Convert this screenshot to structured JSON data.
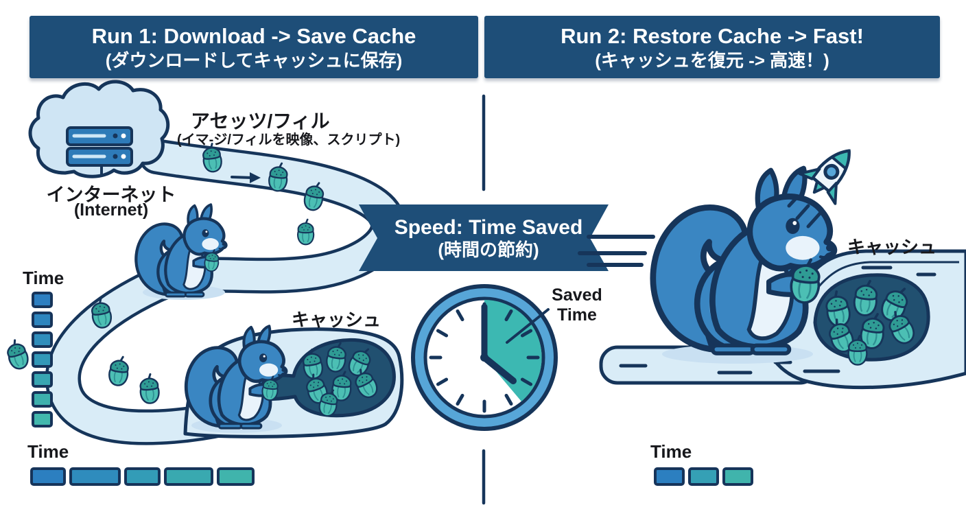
{
  "banners": {
    "left": {
      "line1": "Run 1: Download -> Save Cache",
      "line2": "(ダウンロードしてキャッシュに保存)"
    },
    "right": {
      "line1": "Run 2: Restore Cache -> Fast!",
      "line2": "(キャッシュを復元 -> 高速！)"
    }
  },
  "ribbon": {
    "line1": "Speed: Time Saved",
    "line2": "(時間の節約)"
  },
  "clock_label": {
    "line1": "Saved",
    "line2": "Time"
  },
  "left_panel": {
    "assets_label": "アセッツ/フィル",
    "assets_sublabel": "(イマ-ジ/フィルを映像、スクリプト)",
    "internet_label_jp": "インターネット",
    "internet_label_en": "(Internet)",
    "cache_label": "キャッシュ",
    "time_meter_label": "Time",
    "time_bar_label": "Time",
    "time_meter_blocks": [
      {
        "w": 31,
        "h": 24,
        "color": "#2d7fc1"
      },
      {
        "w": 31,
        "h": 24,
        "color": "#2d85be"
      },
      {
        "w": 31,
        "h": 24,
        "color": "#2f8ebc"
      },
      {
        "w": 31,
        "h": 24,
        "color": "#3399b8"
      },
      {
        "w": 31,
        "h": 24,
        "color": "#38a6b2"
      },
      {
        "w": 31,
        "h": 24,
        "color": "#3db0ad"
      },
      {
        "w": 31,
        "h": 24,
        "color": "#42b8ad"
      }
    ],
    "time_bar_segments": [
      {
        "w": 52,
        "h": 27,
        "color": "#2c7fc0"
      },
      {
        "w": 75,
        "h": 27,
        "color": "#2f8cbd"
      },
      {
        "w": 53,
        "h": 27,
        "color": "#339cb7"
      },
      {
        "w": 72,
        "h": 27,
        "color": "#39a9b0"
      },
      {
        "w": 55,
        "h": 27,
        "color": "#40b4ac"
      }
    ]
  },
  "right_panel": {
    "cache_label": "キャッシュ",
    "time_bar_label": "Time",
    "time_bar_segments": [
      {
        "w": 45,
        "h": 27,
        "color": "#2c7fc0"
      },
      {
        "w": 45,
        "h": 27,
        "color": "#35a0b5"
      },
      {
        "w": 45,
        "h": 27,
        "color": "#40b4ac"
      }
    ]
  },
  "colors": {
    "banner_navy": "#1e4e78",
    "outline_navy": "#16355a",
    "squirrel_blue": "#3a86c2",
    "path_light_blue": "#d9ecf7",
    "cloud_blue": "#cfe5f4",
    "server_blue": "#2e7bb8",
    "acorn_teal": "#4cbfb4",
    "acorn_cap_teal": "#2f9b94",
    "clock_ring_blue": "#57a6d8",
    "saved_wedge_teal": "#3cb8b2",
    "cache_hole_navy": "#215070",
    "bar_border_navy": "#16345a"
  }
}
